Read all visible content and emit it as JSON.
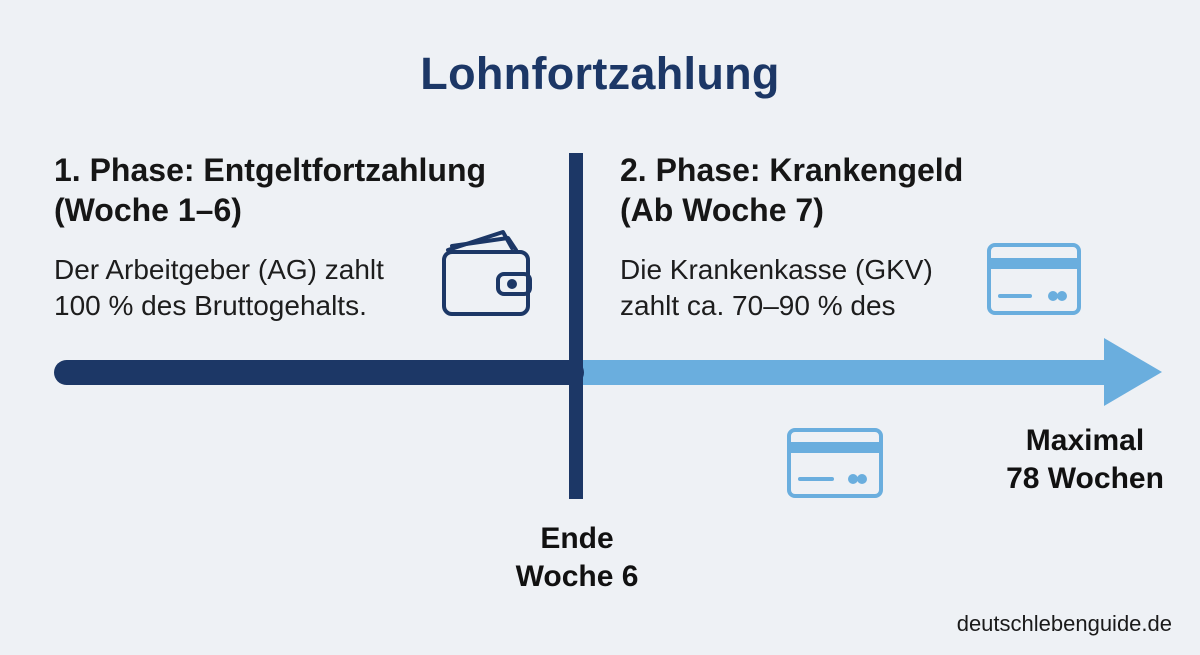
{
  "title": "Lohnfortzahlung",
  "phase1": {
    "heading_line1": "1. Phase: Entgeltfortzahlung",
    "heading_line2": "(Woche 1–6)",
    "text_line1": "Der Arbeitgeber (AG) zahlt",
    "text_line2": "100 % des Bruttogehalts.",
    "icon": "wallet-icon",
    "color": "#1c3766"
  },
  "phase2": {
    "heading_line1": "2. Phase: Krankengeld",
    "heading_line2": "(Ab Woche 7)",
    "text_line1": "Die Krankenkasse (GKV)",
    "text_line2": "zahlt ca. 70–90 % des",
    "icon": "credit-card-icon",
    "color": "#6aaede"
  },
  "markers": {
    "end_line1": "Ende",
    "end_line2": "Woche 6",
    "max_line1": "Maximal",
    "max_line2": "78 Wochen"
  },
  "footer": "deutschlebenguide.de"
}
